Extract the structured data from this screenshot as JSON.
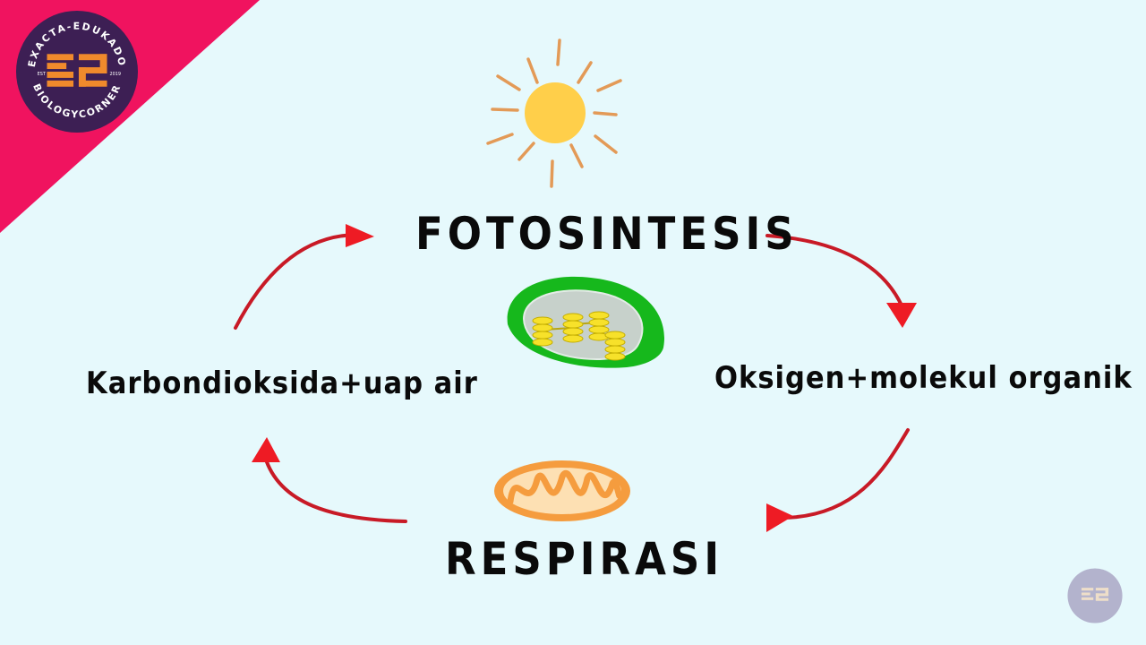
{
  "diagram": {
    "top_title": "FOTOSINTESIS",
    "bottom_title": "RESPIRASI",
    "left_label": "Karbondioksida+uap air",
    "right_label": "Oksigen+molekul organik"
  },
  "logo": {
    "ring_text_top": "EXACTA-EDUKADO",
    "ring_text_bottom": "BIOLOGYCORNER",
    "est_label": "EST",
    "year": "2019"
  },
  "colors": {
    "background": "#e6f9fc",
    "corner_accent": "#f0135f",
    "logo_circle": "#3d1f54",
    "logo_mark": "#f08a2c",
    "arrow": "#c81a26",
    "arrow_head": "#ee1b24",
    "sun": "#ffcf4a",
    "sun_rays": "#e39a57",
    "chloroplast": "#16b81c",
    "grana": "#f7e12a",
    "mitochondria": "#f59c3e"
  },
  "icons": [
    "sun-icon",
    "chloroplast-icon",
    "mitochondria-icon",
    "cycle-arrow-icon",
    "logo-badge-icon"
  ]
}
